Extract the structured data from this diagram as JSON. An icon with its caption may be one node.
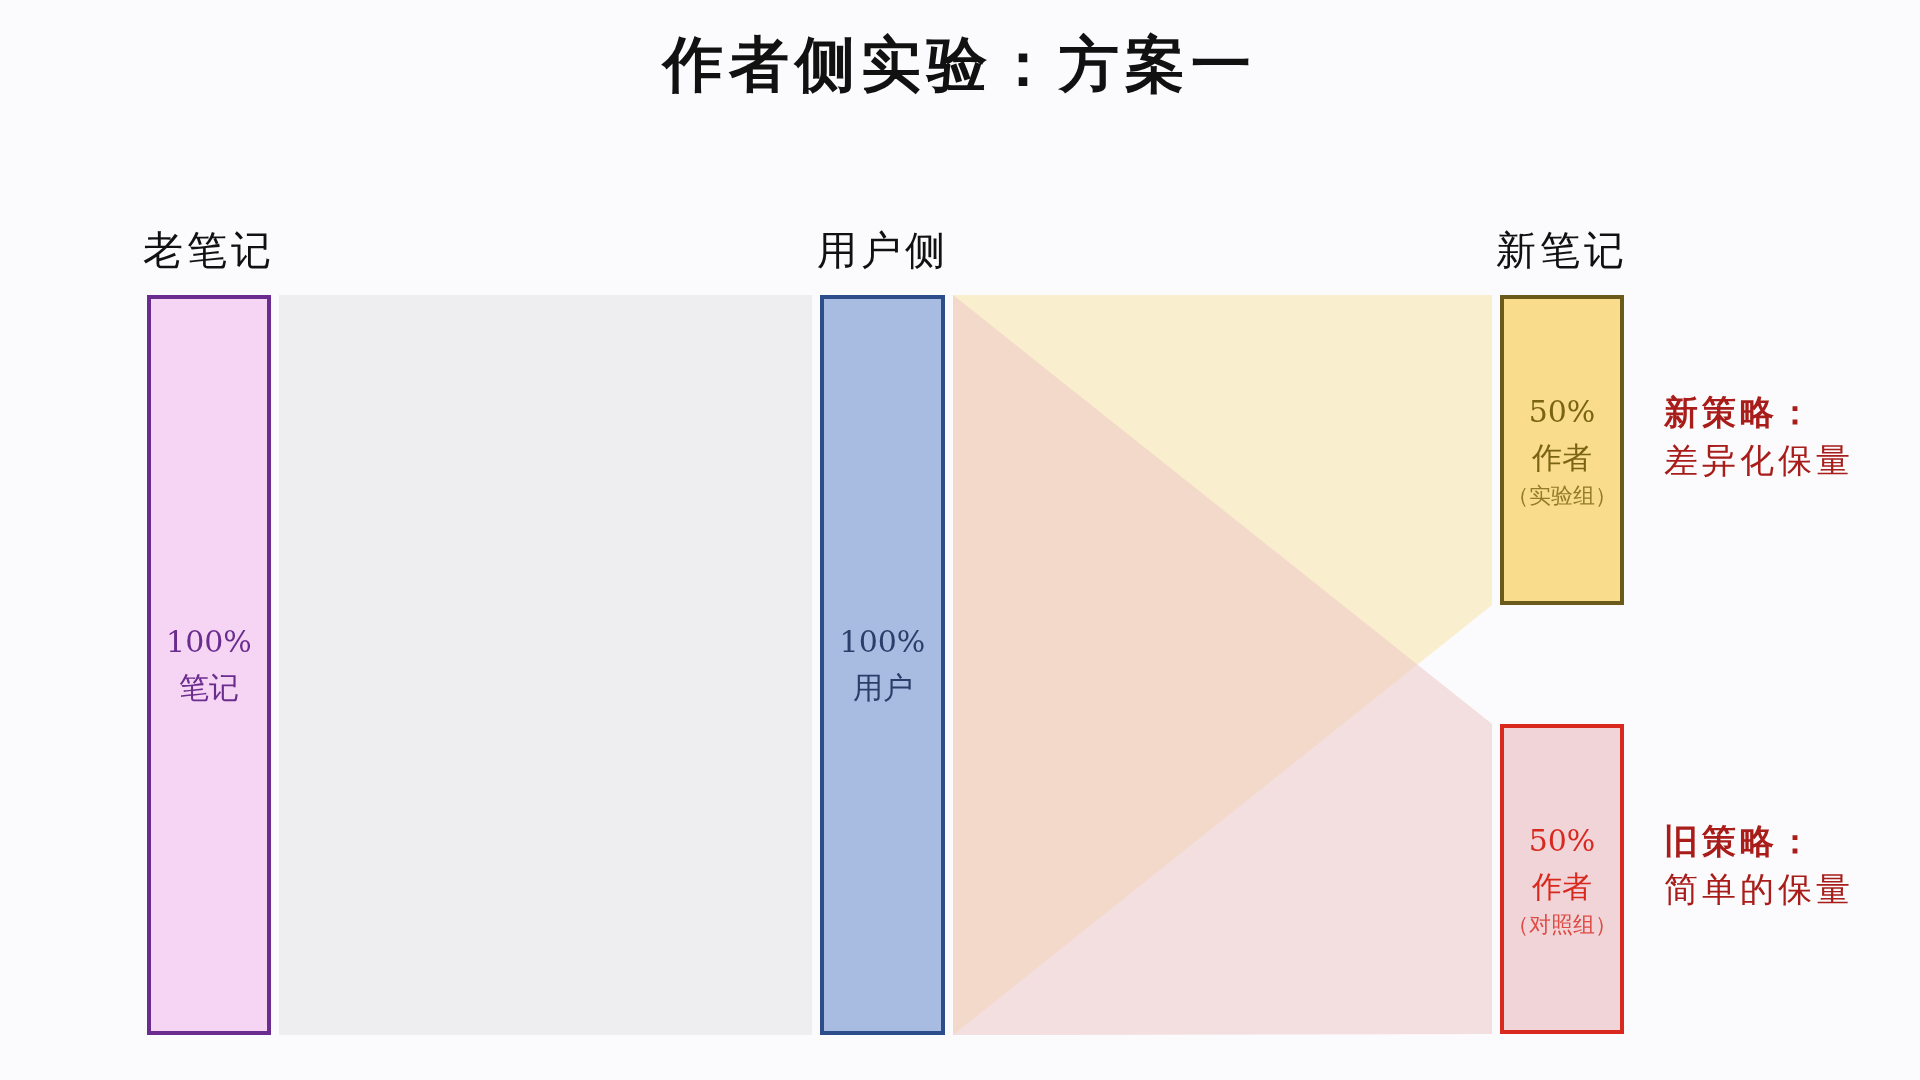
{
  "diagram": {
    "title": "作者侧实验：方案一",
    "nodes": [
      {
        "text": [
          "老笔记",
          "100% 笔记"
        ]
      },
      {
        "text": [
          "用户侧",
          "100% 用户"
        ]
      },
      {
        "text": [
          "新笔记",
          "50% 作者",
          "（实验组）"
        ],
        "beside": [
          "新策略：",
          "差异化保量"
        ]
      },
      {
        "text": [
          "50% 作者",
          "（对照组）"
        ],
        "beside": [
          "旧策略：",
          "简单的保量"
        ]
      }
    ],
    "edges": [
      {
        "from": 0,
        "to": 1,
        "arrow": "none",
        "color": "#eeedef"
      },
      {
        "from": 1,
        "to": 2,
        "arrow": "none",
        "color": "#f8e3a6"
      },
      {
        "from": 1,
        "to": 3,
        "arrow": "none",
        "color": "#efc9c9"
      }
    ]
  }
}
